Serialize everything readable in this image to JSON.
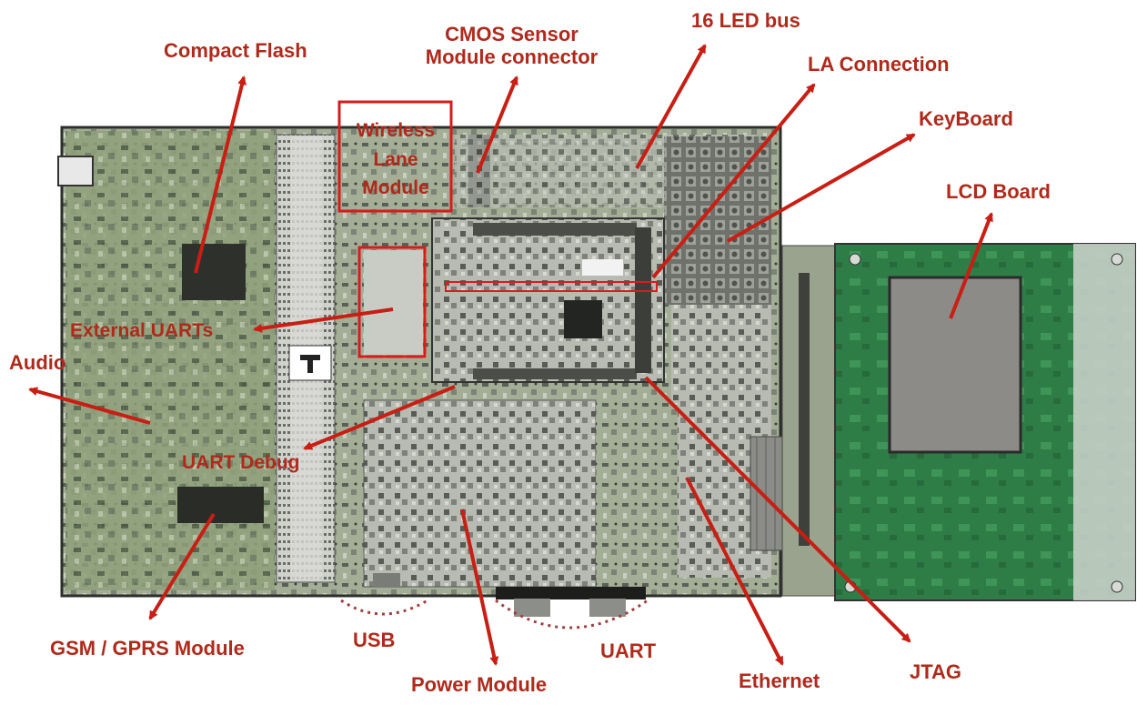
{
  "figure": {
    "labels": {
      "compact_flash": "Compact Flash",
      "cmos_line1": "CMOS Sensor",
      "cmos_line2": "Module connector",
      "led_bus": "16 LED bus",
      "la_connection": "LA Connection",
      "keyboard": "KeyBoard",
      "lcd_board": "LCD Board",
      "wireless_line1": "Wireless",
      "wireless_line2": "Lane",
      "wireless_line3": "Module",
      "external_uarts": "External UARTs",
      "audio": "Audio",
      "uart_debug": "UART Debug",
      "gsm_gprs": "GSM / GPRS Module",
      "usb": "USB",
      "power_module": "Power Module",
      "uart": "UART",
      "ethernet": "Ethernet",
      "jtag": "JTAG"
    },
    "colors": {
      "label_text": "#b02a1c",
      "arrow": "#c81e14",
      "highlight_box": "#d81c1c",
      "pcb_main": "#a9b59a",
      "pcb_dark": "#3a3f38",
      "lcd_pcb": "#2f7d46",
      "lcd_screen": "#8d8b87",
      "dotted_curve": "#a04040"
    }
  }
}
